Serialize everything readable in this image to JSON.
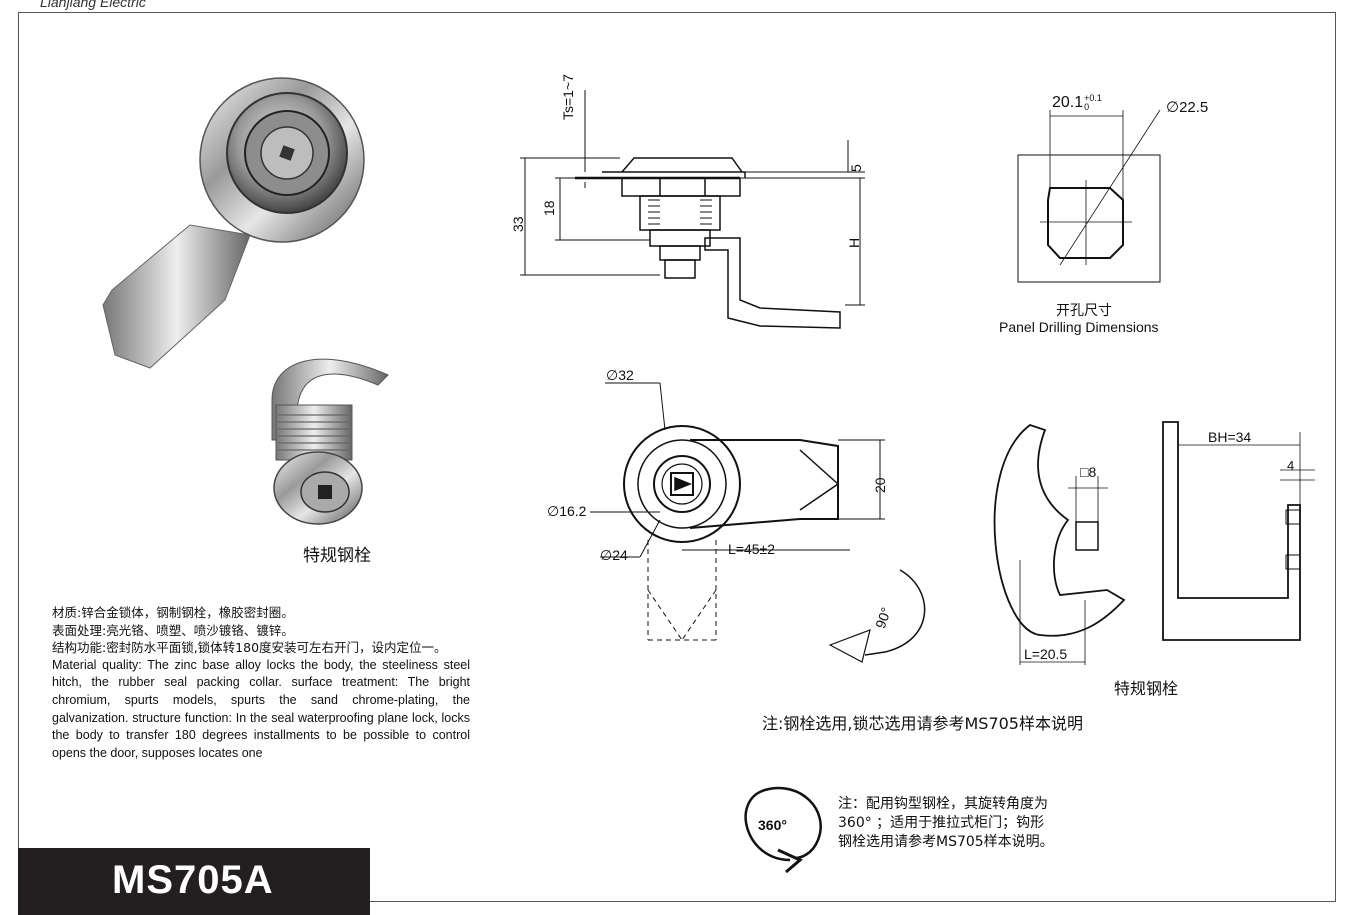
{
  "header": {
    "brand": "Lianjiang Electric"
  },
  "photo_caption": "特规钢栓",
  "top_drawing": {
    "ts": "Ts=1~7",
    "d33": "33",
    "d18": "18",
    "d5": "5",
    "h": "H"
  },
  "panel": {
    "width": "20.1",
    "tol_upper": "+0.1",
    "tol_lower": "0",
    "dia": "∅22.5",
    "title_cn": "开孔尺寸",
    "title_en": "Panel Drilling Dimensions"
  },
  "front_view": {
    "d32": "∅32",
    "d16": "∅16.2",
    "d24": "∅24",
    "width20": "20",
    "length": "L=45±2",
    "angle": "90°"
  },
  "hook": {
    "square": "□8",
    "bh": "BH=34",
    "d4": "4",
    "l": "L=20.5",
    "caption": "特规钢栓"
  },
  "note1": "注:钢栓选用,锁芯选用请参考MS705样本说明",
  "note2": {
    "icon_text": "360°",
    "line1": "注：配用钩型钢栓，其旋转角度为",
    "line2": "360° ；适用于推拉式柜门；钩形",
    "line3": "钢栓选用请参考MS705样本说明。"
  },
  "spec": {
    "cn1": "材质:锌合金锁体，钢制钢栓，橡胶密封圈。",
    "cn2": "表面处理:亮光铬、喷塑、喷沙镀铬、镀锌。",
    "cn3": "结构功能:密封防水平面锁,锁体转180度安装可左右开门，设内定位一。",
    "en": "Material quality: The zinc base alloy locks the body, the steeliness steel hitch, the rubber seal packing collar. surface treatment: The bright chromium, spurts models, spurts the sand chrome-plating, the galvanization. structure function: In the seal waterproofing plane lock, locks the body to transfer 180 degrees installments to be possible to control opens the door, supposes locates one"
  },
  "model": "MS705A"
}
